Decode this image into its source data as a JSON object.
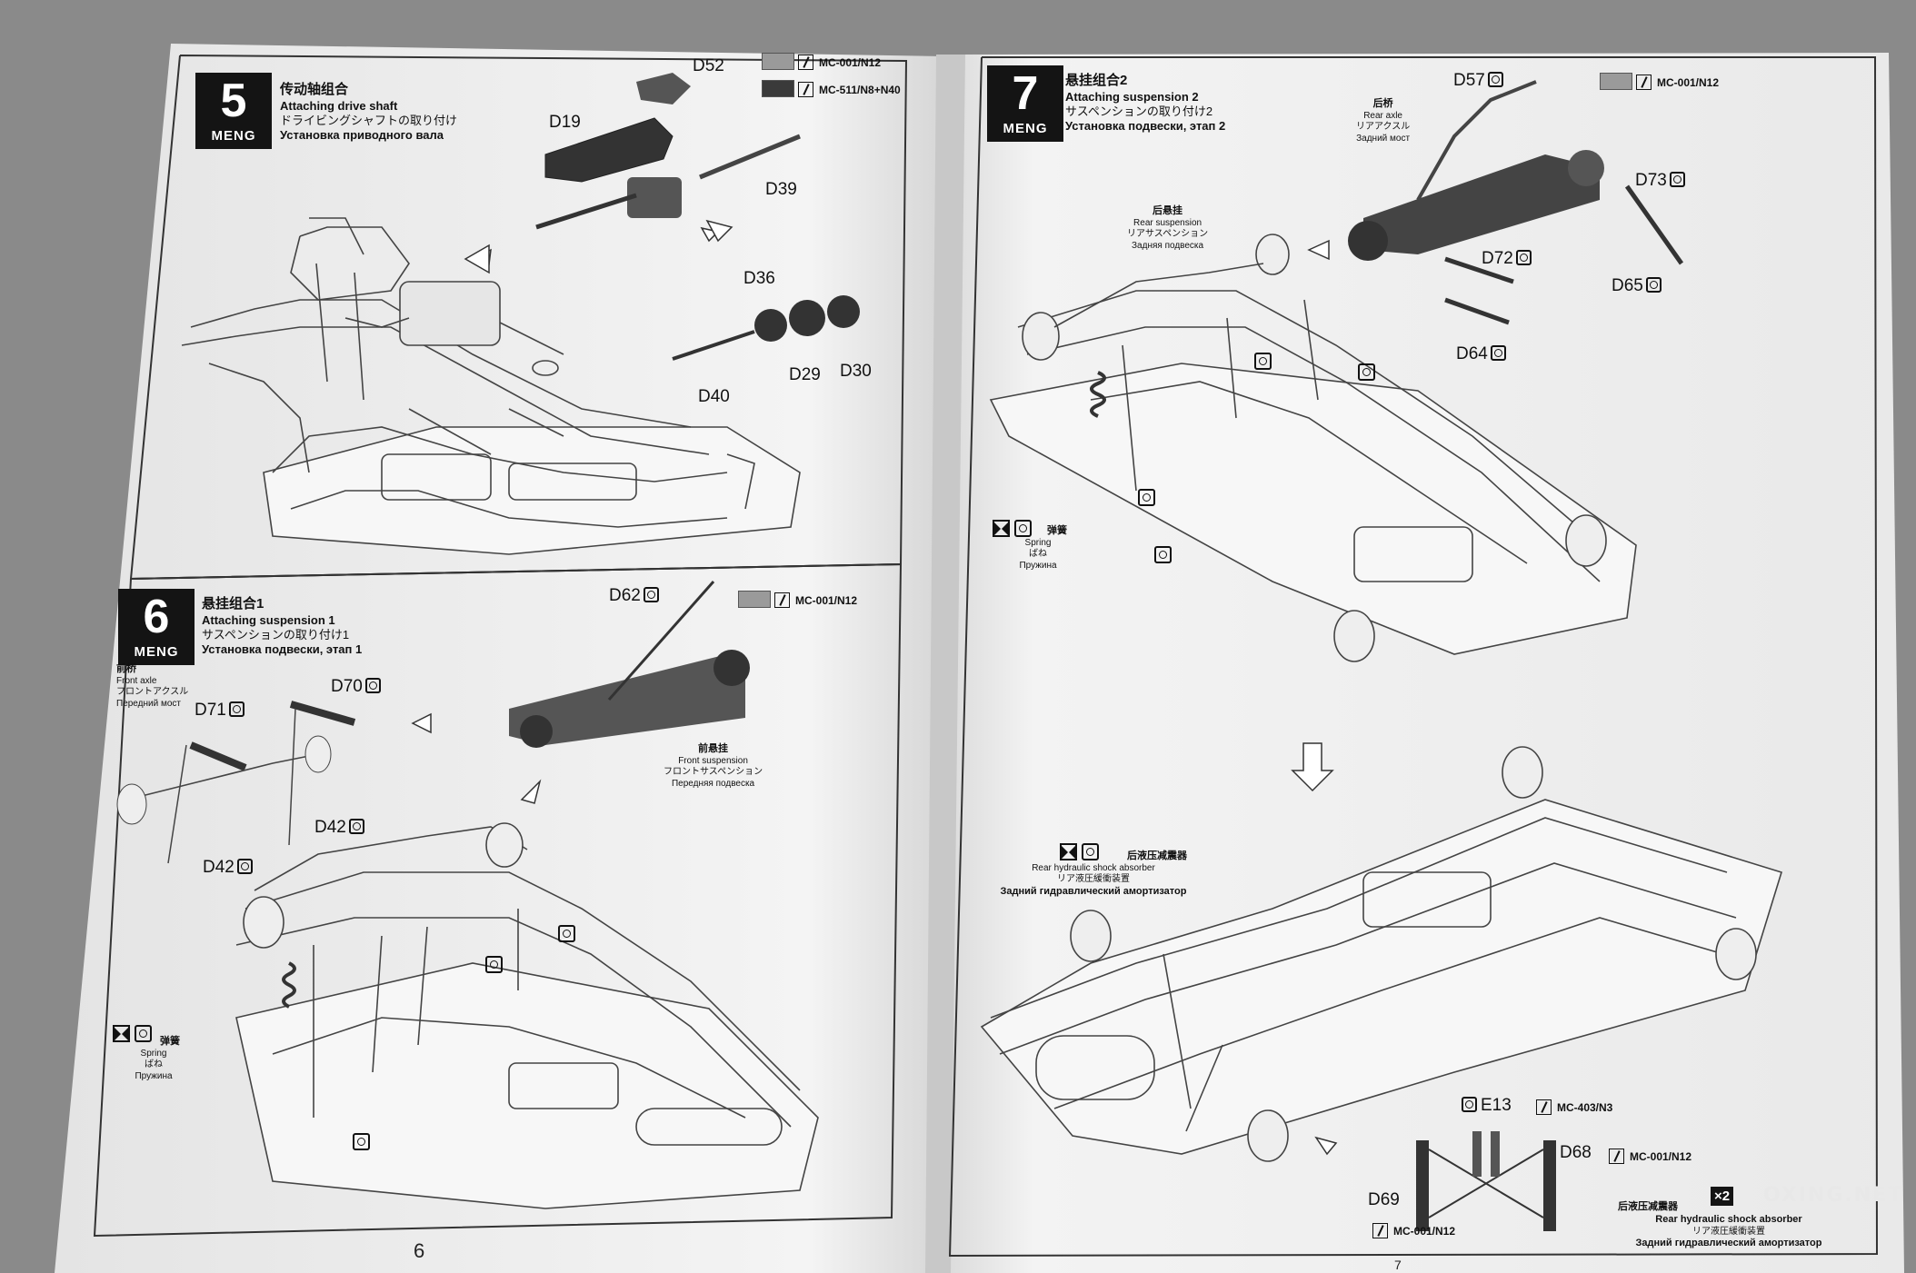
{
  "left_page": {
    "page_number": "6",
    "step5": {
      "number": "5",
      "brand": "MENG",
      "title_cn": "传动轴组合",
      "title_en": "Attaching drive shaft",
      "title_jp": "ドライビングシャフトの取り付け",
      "title_ru": "Установка приводного вала",
      "paints": [
        {
          "code": "MC-001/N12",
          "color": "#9a9a9a"
        },
        {
          "code": "MC-511/N8+N40",
          "color": "#3a3a3a"
        }
      ],
      "parts": [
        "D52",
        "D19",
        "D39",
        "D36",
        "D40",
        "D29",
        "D30"
      ]
    },
    "step6": {
      "number": "6",
      "brand": "MENG",
      "title_cn": "悬挂组合1",
      "title_en": "Attaching suspension 1",
      "title_jp": "サスペンションの取り付け1",
      "title_ru": "Установка подвески, этап 1",
      "paints": [
        {
          "code": "MC-001/N12",
          "color": "#9a9a9a"
        }
      ],
      "parts": [
        "D62",
        "D71",
        "D70",
        "D42",
        "D42"
      ],
      "front_axle": {
        "cn": "前桥",
        "en": "Front axle",
        "jp": "フロントアクスル",
        "ru": "Передний мост"
      },
      "front_suspension": {
        "cn": "前悬挂",
        "en": "Front suspension",
        "jp": "フロントサスペンション",
        "ru": "Передняя подвеска"
      },
      "spring": {
        "cn": "弹簧",
        "en": "Spring",
        "jp": "ばね",
        "ru": "Пружина"
      }
    }
  },
  "right_page": {
    "page_number": "7",
    "step7": {
      "number": "7",
      "brand": "MENG",
      "title_cn": "悬挂组合2",
      "title_en": "Attaching suspension 2",
      "title_jp": "サスペンションの取り付け2",
      "title_ru": "Установка подвески, этап 2",
      "paints": [
        {
          "code": "MC-001/N12",
          "color": "#9a9a9a"
        }
      ],
      "parts": [
        "D57",
        "D73",
        "D72",
        "D65",
        "D64"
      ],
      "rear_axle": {
        "cn": "后桥",
        "en": "Rear axle",
        "jp": "リアアクスル",
        "ru": "Задний мост"
      },
      "rear_suspension": {
        "cn": "后悬挂",
        "en": "Rear suspension",
        "jp": "リアサスペンション",
        "ru": "Задняя подвеска"
      },
      "spring": {
        "cn": "弹簧",
        "en": "Spring",
        "jp": "ばね",
        "ru": "Пружина"
      }
    },
    "shock": {
      "cn": "后液压减震器",
      "en": "Rear hydraulic shock absorber",
      "jp": "リア液圧緩衝装置",
      "ru": "Задний гидравлический амортизатор"
    },
    "shock_detail": {
      "parts": [
        "E13",
        "D68",
        "D69"
      ],
      "paints": [
        "MC-403/N3",
        "MC-001/N12",
        "MC-001/N12"
      ],
      "multiplier": "×2",
      "cn": "后液压减震器",
      "en": "Rear hydraulic shock absorber",
      "jp": "リア液圧緩衝装置",
      "ru": "Задний гидравлический амортизатор"
    }
  },
  "watermark": "OXING.NET"
}
